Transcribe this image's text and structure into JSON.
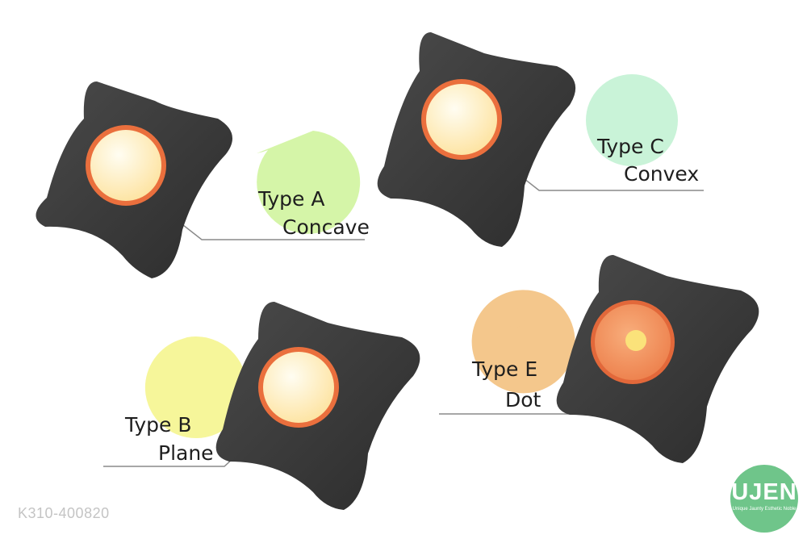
{
  "product_code": "K310-400820",
  "logo": {
    "wordmark": "UJEN",
    "tagline": "Unique Jaunty Esthetic Noble"
  },
  "variants": [
    {
      "type_label": "Type A",
      "finish_label": "Concave",
      "badge_color": "#d5f5a8",
      "insert_color": "#fde9b6"
    },
    {
      "type_label": "Type C",
      "finish_label": "Convex",
      "badge_color": "#c9f3d8",
      "insert_color": "#fde6a8"
    },
    {
      "type_label": "Type B",
      "finish_label": "Plane",
      "badge_color": "#f6f69a",
      "insert_color": "#fde8ad"
    },
    {
      "type_label": "Type E",
      "finish_label": "Dot",
      "badge_color": "#f4c78c",
      "insert_color": "#f39b66"
    }
  ],
  "colors": {
    "knob_body": "#3b3b3b",
    "insert_ring": "#ea6f3d",
    "logo_bg": "#6fc58a"
  }
}
